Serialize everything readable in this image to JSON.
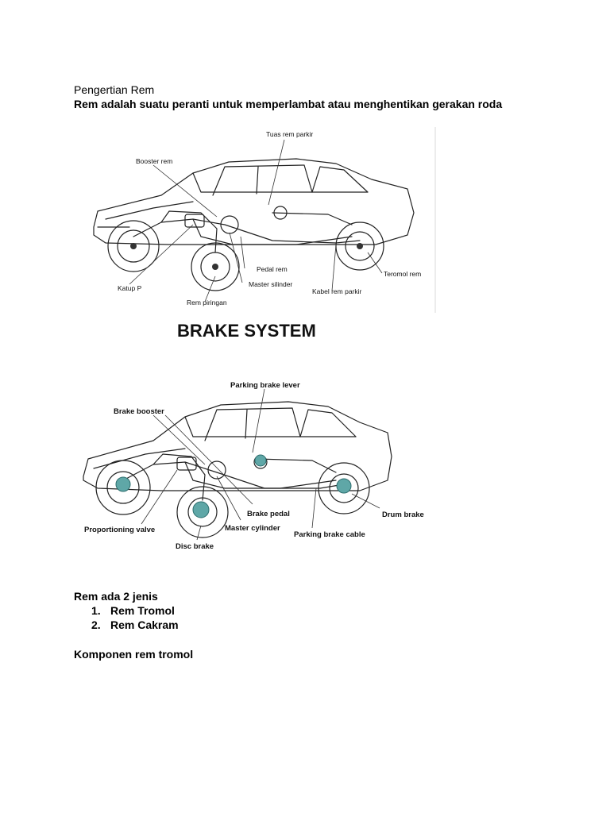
{
  "heading": "Pengertian Rem",
  "definition": "Rem adalah suatu peranti untuk memperlambat atau menghentikan gerakan roda",
  "figure_id": {
    "labels": {
      "lever": "Tuas rem parkir",
      "booster": "Booster rem",
      "pedal": "Pedal rem",
      "master": "Master silinder",
      "valve": "Katup P",
      "disc": "Rem piringan",
      "cable": "Kabel rem parkir",
      "drum": "Teromol rem"
    }
  },
  "figure_en": {
    "title": "BRAKE SYSTEM",
    "labels": {
      "lever": "Parking brake lever",
      "booster": "Brake booster",
      "pedal": "Brake pedal",
      "master": "Master cylinder",
      "valve": "Proportioning valve",
      "disc": "Disc brake",
      "cable": "Parking brake cable",
      "drum": "Drum brake"
    }
  },
  "types_intro": "Rem ada 2 jenis",
  "types": [
    {
      "num": "1.",
      "label": "Rem Tromol"
    },
    {
      "num": "2.",
      "label": "Rem Cakram"
    }
  ],
  "components_heading": "Komponen rem tromol"
}
